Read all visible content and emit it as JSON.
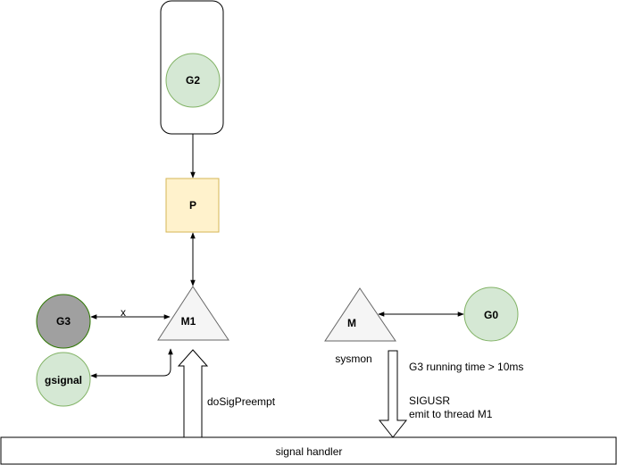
{
  "nodes": {
    "g2": "G2",
    "p": "P",
    "g3": "G3",
    "m1": "M1",
    "gsignal": "gsignal",
    "m": "M",
    "g0": "G0"
  },
  "labels": {
    "x_edge": "x",
    "sysmon": "sysmon",
    "running_time": "G3  running time > 10ms",
    "sigusr_line1": "SIGUSR",
    "sigusr_line2": "emit to thread M1",
    "do_sig_preempt": "doSigPreempt",
    "signal_handler": "signal handler"
  },
  "colors": {
    "green_fill": "#d5e8d4",
    "green_stroke": "#82b366",
    "yellow_fill": "#fff2cc",
    "yellow_stroke": "#d6b656",
    "gray_fill": "#a0a0a0",
    "dark_green_stroke": "#2d7600",
    "triangle_fill": "#f5f5f5",
    "triangle_stroke": "#666666"
  }
}
